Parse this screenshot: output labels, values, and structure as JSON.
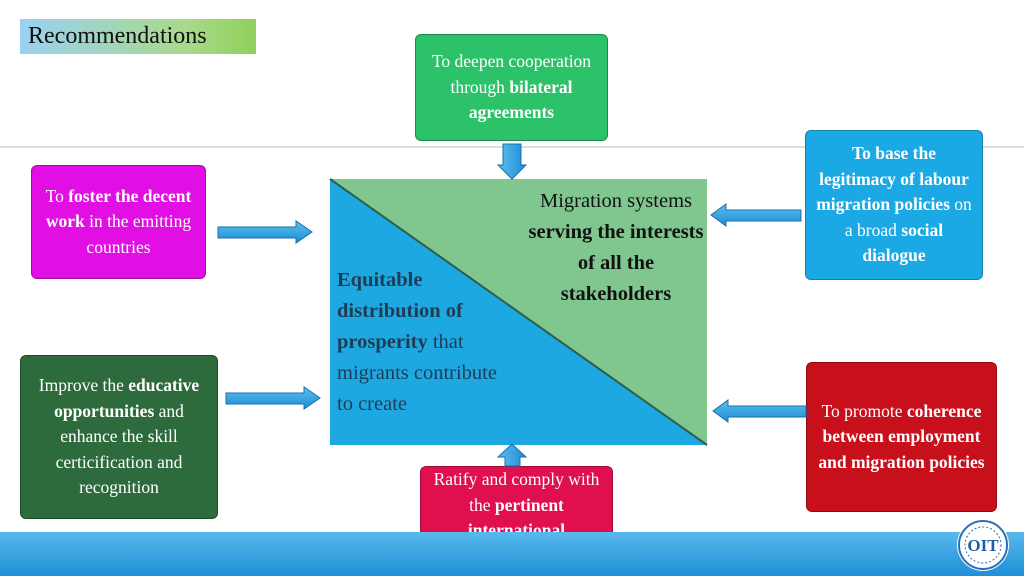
{
  "title": "Recommendations",
  "center": {
    "right_parts": [
      {
        "text": "Migration systems ",
        "bold": false
      },
      {
        "text": "serving the interests of all the stakeholders",
        "bold": true
      }
    ],
    "left_parts": [
      {
        "text": "Equitable distribution of prosperity",
        "bold": true
      },
      {
        "text": " that migrants contribute to create",
        "bold": false
      }
    ]
  },
  "boxes": {
    "top": {
      "color": "#2cc26a",
      "parts": [
        {
          "text": "To deepen cooperation through ",
          "bold": false
        },
        {
          "text": "bilateral agreements",
          "bold": true
        }
      ]
    },
    "left_top": {
      "color": "#e10fe3",
      "parts": [
        {
          "text": "To ",
          "bold": false
        },
        {
          "text": "foster the decent work",
          "bold": true
        },
        {
          "text": " in the emitting countries",
          "bold": false
        }
      ]
    },
    "left_bottom": {
      "color": "#2e6b3c",
      "parts": [
        {
          "text": "Improve the ",
          "bold": false
        },
        {
          "text": "educative opportunities",
          "bold": true
        },
        {
          "text": " and enhance the skill certicification and recognition",
          "bold": false
        }
      ]
    },
    "right_top": {
      "color": "#1ba9e6",
      "parts": [
        {
          "text": "To base the legitimacy of labour migration policies",
          "bold": true
        },
        {
          "text": " on a broad ",
          "bold": false
        },
        {
          "text": "social dialogue",
          "bold": true
        }
      ]
    },
    "right_bottom": {
      "color": "#c8101c",
      "parts": [
        {
          "text": "To promote ",
          "bold": false
        },
        {
          "text": "coherence between employment and migration policies",
          "bold": true
        }
      ]
    },
    "bottom": {
      "color": "#e0104f",
      "parts": [
        {
          "text": "Ratify and comply with the ",
          "bold": false
        },
        {
          "text": "pertinent international legislation",
          "bold": true
        }
      ]
    }
  },
  "logo_text": "OIT",
  "colors": {
    "triangle_green": "#7fc68f",
    "triangle_blue": "#1ea8e2",
    "arrow_blue": "#2a9fe0",
    "footer_blue": "#1f8fd6"
  }
}
